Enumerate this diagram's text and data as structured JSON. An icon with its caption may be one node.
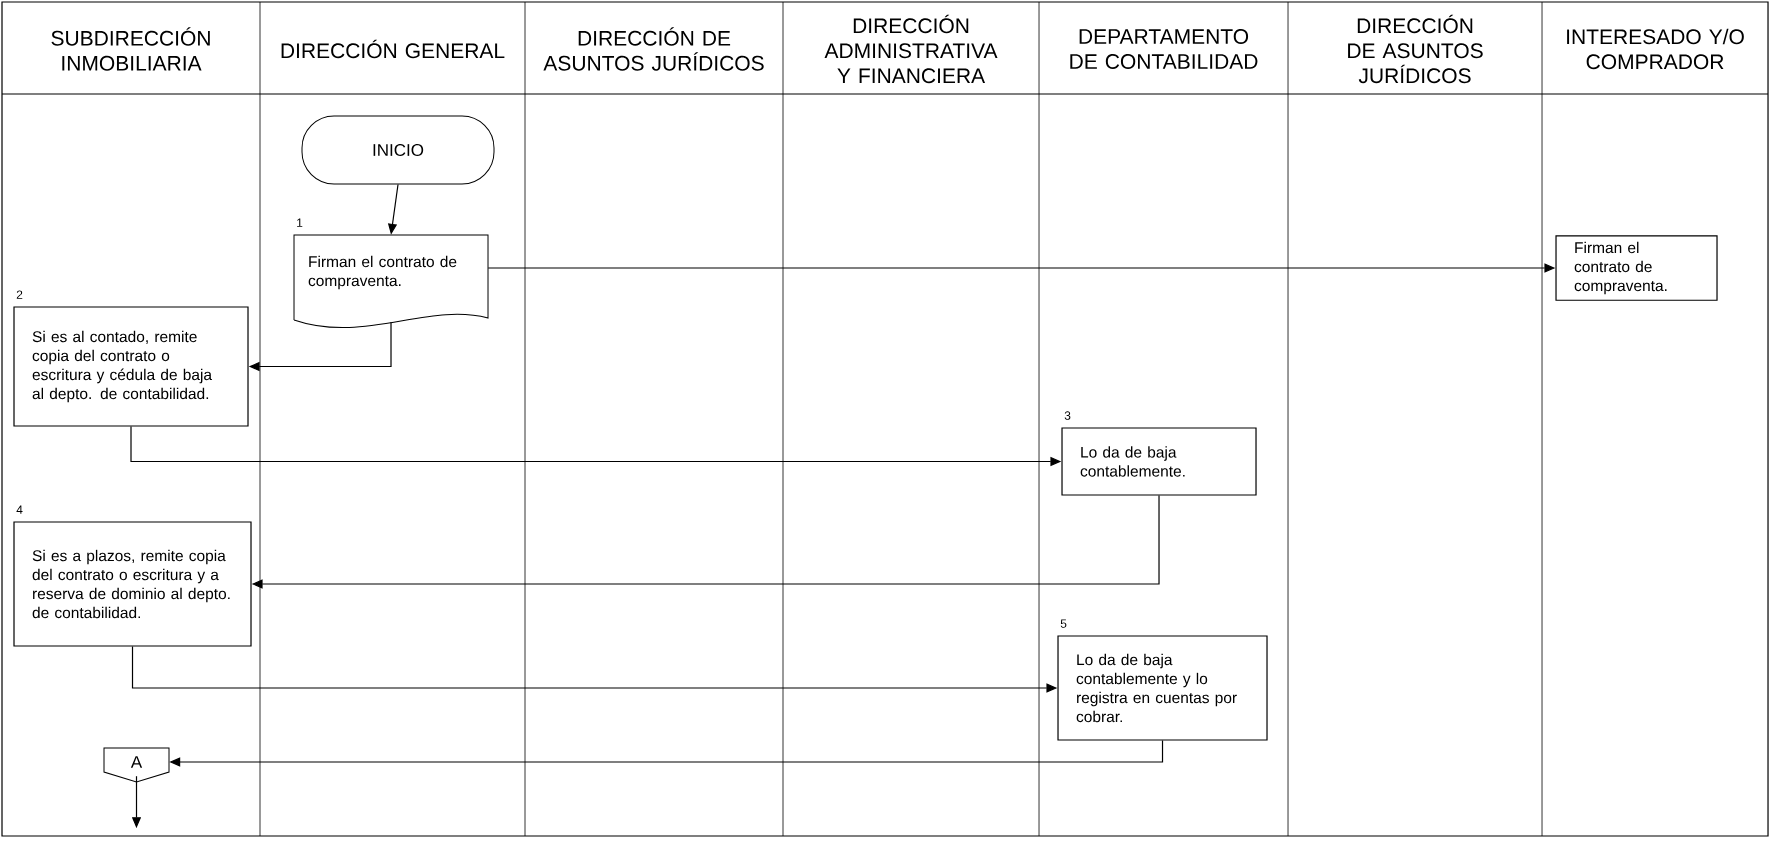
{
  "diagram": {
    "nodes": [
      {
        "text": [
          "INICIO"
        ]
      },
      {
        "text": [
          "Firman el contrato de compraventa."
        ],
        "beside": [
          "1"
        ]
      },
      {
        "text": [
          "Firman el contrato de compraventa."
        ]
      },
      {
        "text": [
          "Si es al contado, remite copia del contrato o escritura y cédula de baja al depto. de contabilidad."
        ],
        "beside": [
          "2"
        ]
      },
      {
        "text": [
          "Lo da de baja contablemente."
        ],
        "beside": [
          "3"
        ]
      },
      {
        "text": [
          "Si es a plazos, remite copia del contrato o escritura y a reserva de dominio al depto. de contabilidad."
        ],
        "beside": [
          "4"
        ]
      },
      {
        "text": [
          "Lo da de baja contablemente y lo registra en cuentas por cobrar."
        ],
        "beside": [
          "5"
        ]
      },
      {
        "text": [
          "A"
        ]
      }
    ],
    "edges": [
      {
        "from": 0,
        "to": 1,
        "arrow": "to"
      },
      {
        "from": 1,
        "to": 2,
        "arrow": "to"
      },
      {
        "from": 1,
        "to": 3,
        "arrow": "to"
      },
      {
        "from": 3,
        "to": 4,
        "arrow": "to"
      },
      {
        "from": 4,
        "to": 5,
        "arrow": "to"
      },
      {
        "from": 5,
        "to": 6,
        "arrow": "to"
      },
      {
        "from": 6,
        "to": 7,
        "arrow": "to"
      },
      {
        "from": 7,
        "to": null,
        "arrow": "to"
      }
    ],
    "labels": [
      "SUBDIRECCIÓN INMOBILIARIA",
      "DIRECCIÓN GENERAL",
      "DIRECCIÓN DE ASUNTOS JURÍDICOS",
      "DIRECCIÓN ADMINISTRATIVA Y FINANCIERA",
      "DEPARTAMENTO DE CONTABILIDAD",
      "DIRECCIÓN DE ASUNTOS JURÍDICOS",
      "INTERESADO Y/O COMPRADOR"
    ]
  }
}
